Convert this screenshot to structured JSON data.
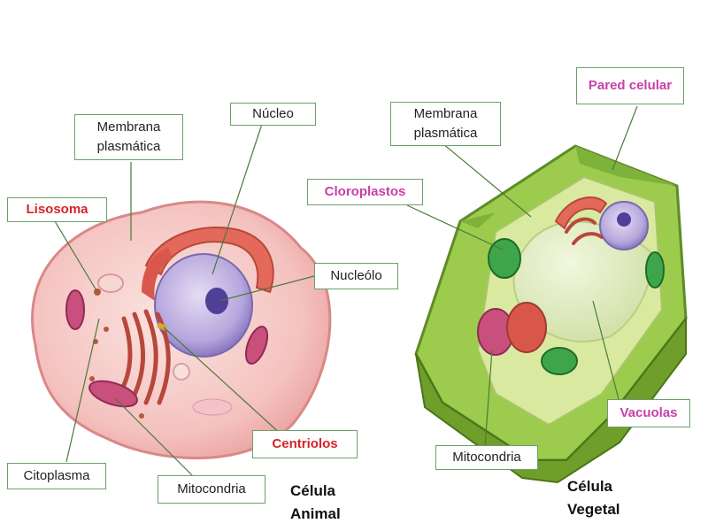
{
  "animal_cell": {
    "caption": "Célula\nAnimal",
    "labels": {
      "membrana": "Membrana plasmática",
      "nucleo": "Núcleo",
      "lisosoma": "Lisosoma",
      "nucleolo": "Nucleólo",
      "centriolos": "Centriolos",
      "citoplasma": "Citoplasma",
      "mitocondria": "Mitocondria"
    }
  },
  "plant_cell": {
    "caption": "Célula\nVegetal",
    "labels": {
      "pared": "Pared celular",
      "membrana": "Membrana plasmática",
      "cloroplastos": "Cloroplastos",
      "vacuolas": "Vacuolas",
      "mitocondria": "Mitocondria"
    }
  },
  "colors": {
    "label_border": "#6aa06a",
    "highlight_red": "#d8232a",
    "highlight_pink": "#c83fa8"
  }
}
